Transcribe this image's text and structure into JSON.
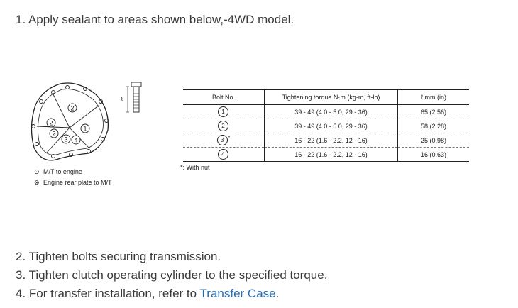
{
  "steps": {
    "s1": "1. Apply sealant to areas shown below,-4WD model.",
    "s2": "2. Tighten bolts securing transmission.",
    "s3": "3. Tighten clutch operating cylinder to the specified torque.",
    "s4_prefix": "4. For transfer installation, refer to ",
    "s4_link": "Transfer Case",
    "s4_suffix": "."
  },
  "figure": {
    "labels": [
      "1",
      "2",
      "2",
      "2",
      "3",
      "4"
    ],
    "length_symbol": "ℓ",
    "legend": [
      {
        "symbol": "⊙",
        "text": "M/T to engine"
      },
      {
        "symbol": "⊗",
        "text": "Engine rear plate to M/T"
      }
    ]
  },
  "table": {
    "headers": {
      "bolt": "Bolt No.",
      "torque": "Tightening torque N·m (kg-m, ft-lb)",
      "length": "ℓ mm (in)"
    },
    "rows": [
      {
        "bolt": "1",
        "star": "",
        "torque": "39 - 49 (4.0 - 5.0, 29 - 36)",
        "length": "65 (2.56)"
      },
      {
        "bolt": "2",
        "star": "",
        "torque": "39 - 49 (4.0 - 5.0, 29 - 36)",
        "length": "58 (2.28)"
      },
      {
        "bolt": "3",
        "star": "*",
        "torque": "16 - 22 (1.6 - 2.2, 12 - 16)",
        "length": "25 (0.98)"
      },
      {
        "bolt": "4",
        "star": "",
        "torque": "16 - 22 (1.6 - 2.2, 12 - 16)",
        "length": "16 (0.63)"
      }
    ],
    "note": "*: With nut"
  }
}
